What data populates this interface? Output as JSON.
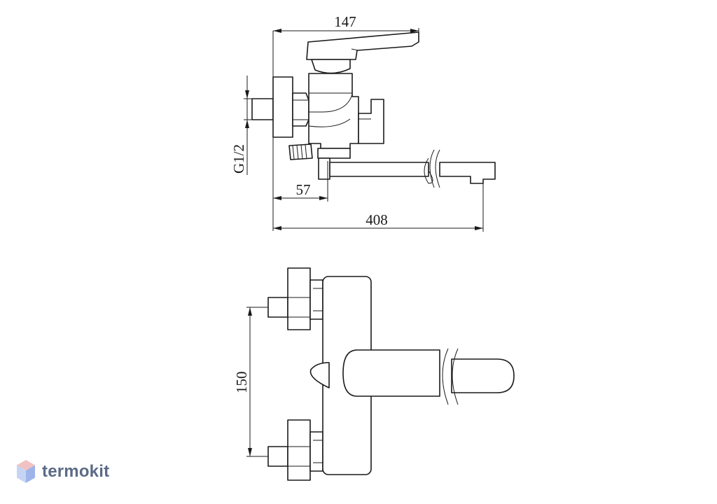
{
  "dimensions": {
    "body_depth": "147",
    "outlet_depth": "408",
    "inlet_offset": "57",
    "thread": "G1/2",
    "inlet_spacing": "150"
  },
  "watermark": {
    "brand": "termokit",
    "colors": {
      "top": "#f2c2c2",
      "left": "#c6d4f3",
      "right": "#9fb4e8"
    }
  }
}
